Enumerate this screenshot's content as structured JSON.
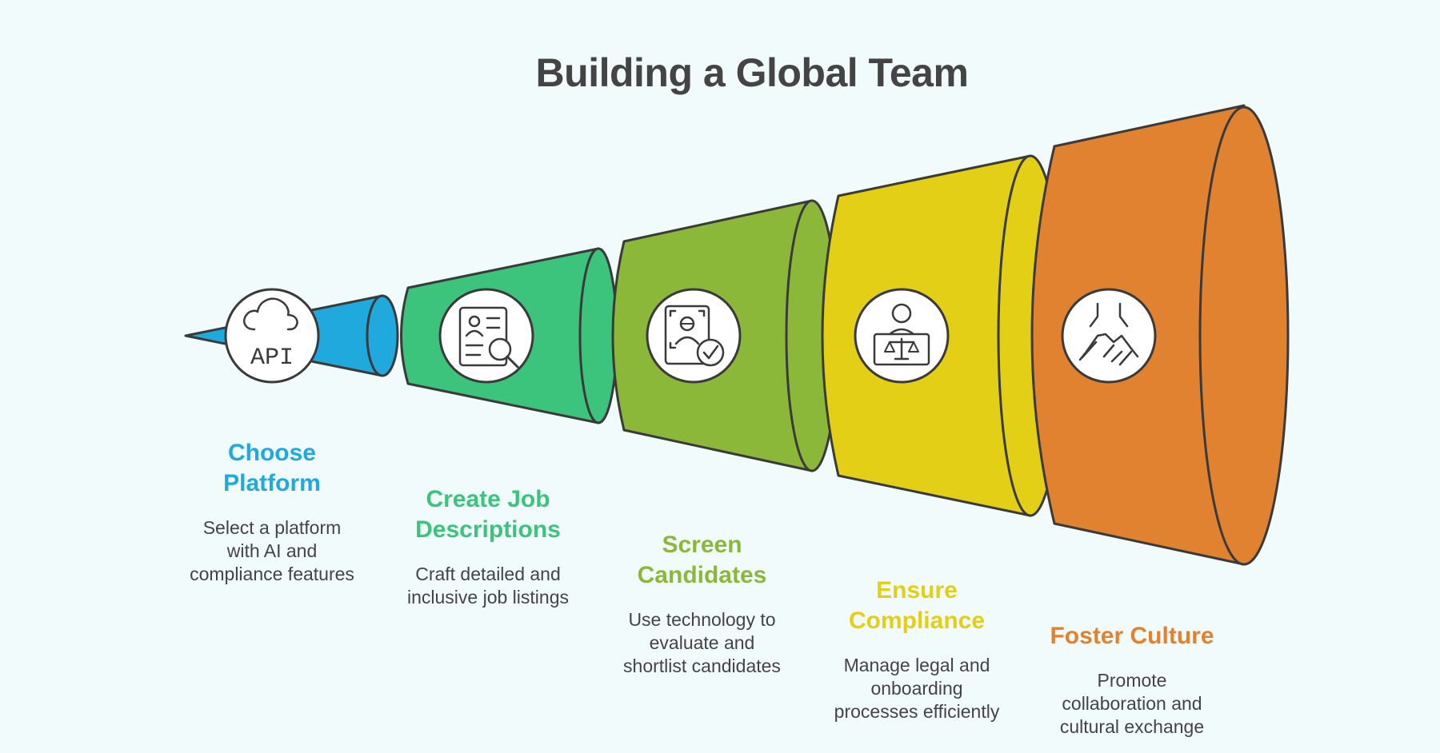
{
  "title": "Building a Global Team",
  "stages": [
    {
      "heading": "Choose\nPlatform",
      "description": "Select a platform\nwith AI and\ncompliance features",
      "color": "#1fa9dc",
      "icon": "cloud-api-icon"
    },
    {
      "heading": "Create Job\nDescriptions",
      "description": "Craft detailed and\ninclusive job listings",
      "color": "#3cc47c",
      "icon": "resume-search-icon"
    },
    {
      "heading": "Screen\nCandidates",
      "description": "Use technology to\nevaluate and\nshortlist candidates",
      "color": "#8cb83a",
      "icon": "profile-check-icon"
    },
    {
      "heading": "Ensure\nCompliance",
      "description": "Manage legal and\nonboarding\nprocesses efficiently",
      "color": "#e2cf16",
      "icon": "legal-scales-icon"
    },
    {
      "heading": "Foster Culture",
      "description": "Promote\ncollaboration and\ncultural exchange",
      "color": "#e08230",
      "icon": "handshake-icon"
    }
  ]
}
